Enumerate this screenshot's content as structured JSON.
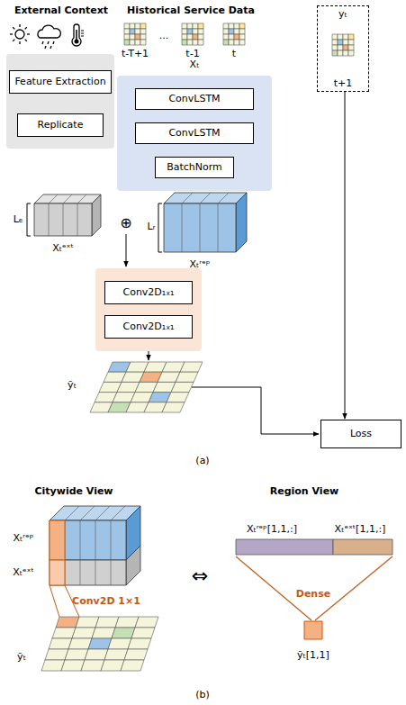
{
  "diagram": {
    "nodes": [
      {
        "text": []
      },
      {
        "text": [
          "Feature Extraction"
        ],
        "in": 0
      },
      {
        "text": [
          "Replicate"
        ],
        "in": 0
      },
      {
        "text": []
      },
      {
        "text": [
          "ConvLSTM"
        ],
        "in": 3
      },
      {
        "text": [
          "ConvLSTM"
        ],
        "in": 3
      },
      {
        "text": [
          "BatchNorm"
        ],
        "in": 3
      },
      {
        "text": [
          "yₜ",
          "t+1"
        ]
      },
      {
        "text": []
      },
      {
        "text": [
          "Conv2D₁ₓ₁"
        ],
        "in": 8
      },
      {
        "text": [
          "Conv2D₁ₓ₁"
        ],
        "in": 8
      },
      {
        "text": [
          "Loss"
        ]
      }
    ],
    "edges": [
      {
        "from": 1,
        "to": 2,
        "arrow": "to"
      },
      {
        "from": 4,
        "to": 5,
        "arrow": "to"
      },
      {
        "from": 5,
        "to": 6,
        "arrow": "to"
      },
      {
        "from": 9,
        "to": 10,
        "arrow": "to"
      },
      {
        "from": 7,
        "to": 11,
        "arrow": "to"
      }
    ],
    "labels": [
      "External Context",
      "Historical Service Data",
      "Xₜ",
      "t-T+1",
      "...",
      "t-1",
      "t",
      "Lₑ",
      "Xₜᵉˣᵗ",
      "⊕",
      "Lᵣ",
      "Xₜʳᵉᵖ",
      "ỹₜ",
      "(a)",
      "Citywide View",
      "Region View",
      "Xₜʳᵉᵖ",
      "Xₜᵉˣᵗ",
      "Conv2D 1×1",
      "ỹₜ",
      "⇔",
      "Xₜʳᵉᵖ[1,1,:]",
      "Xₜᵉˣᵗ[1,1,:]",
      "Dense",
      "ỹₜ[1,1]",
      "(b)"
    ]
  }
}
